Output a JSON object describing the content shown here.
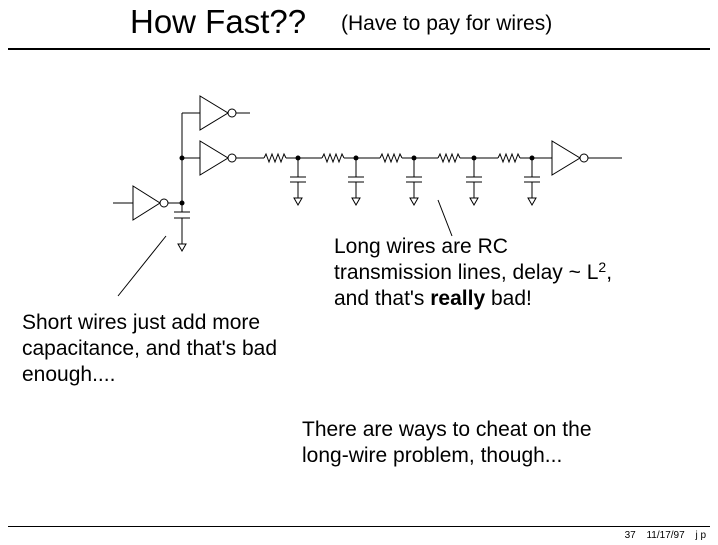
{
  "slide": {
    "title": "How Fast??",
    "subtitle": "(Have to pay for wires)"
  },
  "notes": {
    "short_wires": [
      "Short wires just add more",
      "capacitance, and that's bad",
      "enough...."
    ],
    "long_wires": {
      "line1": "Long wires are RC",
      "line2_prefix": "transmission lines, delay ~ L",
      "line2_exp": "2",
      "line2_suffix": ",",
      "line3_prefix": "and that's ",
      "line3_bold": "really",
      "line3_suffix": " bad!"
    },
    "cheat": [
      "There are ways to cheat on the",
      "long-wire problem, though..."
    ]
  },
  "footer": {
    "page": "37",
    "date": "11/17/97",
    "initials": "j p"
  }
}
